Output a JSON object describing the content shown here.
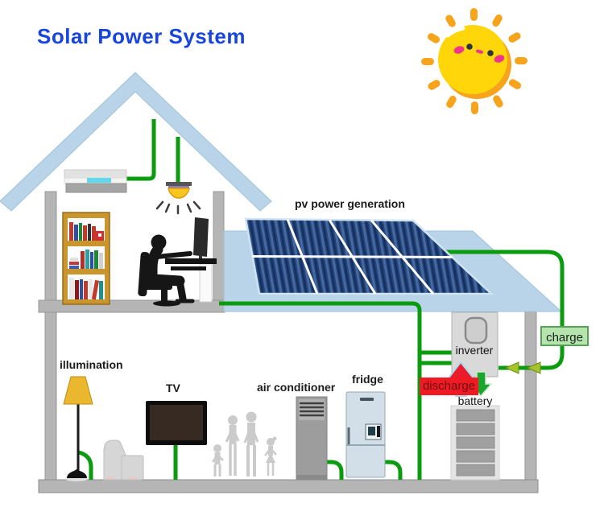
{
  "title": "Solar Power System",
  "diagram": {
    "pv_label": "pv power generation",
    "illumination_label": "illumination",
    "tv_label": "TV",
    "air_conditioner_label": "air conditioner",
    "fridge_label": "fridge",
    "inverter_label": "inverter",
    "charge_label": "charge",
    "discharge_label": "discharge",
    "battery_label": "battery"
  },
  "colors": {
    "title_blue": "#1745dd",
    "roof_light_blue": "#b9d4e8",
    "wire_green": "#0a9b0f",
    "arrow_yellow_green": "#a6c32b",
    "panel_navy": "#24447c",
    "charge_bg": "#b7e3ae",
    "charge_border": "#57a257",
    "discharge_red": "#ee1b24",
    "battery_cell_gray": "#a0a0a0",
    "wall_gray": "#b5b5b5",
    "sun_yellow": "#ffd60a",
    "sun_ray_orange": "#f7a41d",
    "lamp_gold": "#eab72e"
  }
}
